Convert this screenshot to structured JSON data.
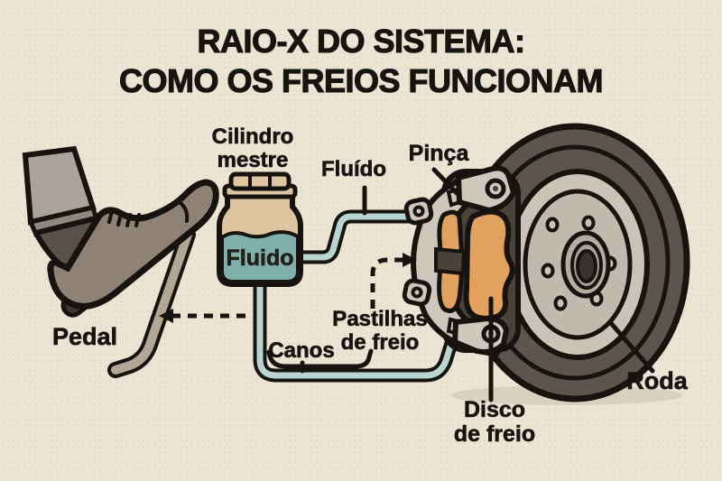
{
  "title": {
    "line1": "RAIO-X DO SISTEMA:",
    "line2": "COMO OS FREIOS FUNCIONAM"
  },
  "labels": {
    "master_cylinder_line1": "Cilindro",
    "master_cylinder_line2": "mestre",
    "fluid_line": "Fluído",
    "caliper": "Pinça",
    "reservoir_fluid": "Fluido",
    "pedal": "Pedal",
    "pipes": "Canos",
    "brake_pads_line1": "Pastilhas",
    "brake_pads_line2": "de freio",
    "brake_disc_line1": "Disco",
    "brake_disc_line2": "de freio",
    "wheel": "Roda"
  },
  "colors": {
    "background": "#ece4d3",
    "ink": "#17130e",
    "tire": "#5c554d",
    "wheel_face": "#c9c3b8",
    "wheel_face_inner": "#bfb9ae",
    "hub": "#b3ada2",
    "hub_center": "#37342e",
    "caliper_body": "#cdc7bc",
    "caliper_recess": "#49423b",
    "brake_pad_orange": "#e3a160",
    "bottle_tan": "#ddc5a0",
    "fluid_teal": "#7fb0ac",
    "tube_teal": "#bad4d0",
    "shoe": "#8d8275",
    "sole": "#3b372f",
    "pant": "#aaa49a",
    "sock": "#57514a",
    "pedal_arm": "#b3a694",
    "wheel_shadow": "#d9d1bf"
  }
}
